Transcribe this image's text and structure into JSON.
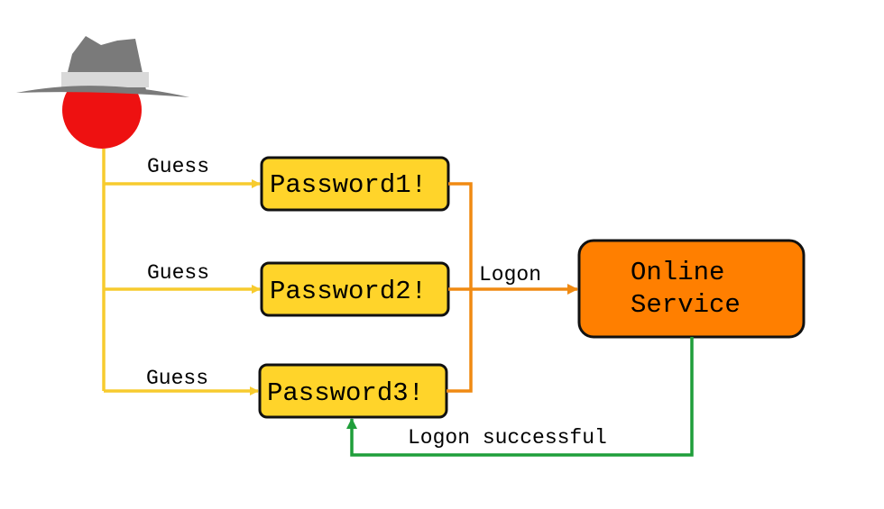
{
  "attacker": {
    "icon": "hacker-hat-icon",
    "colors": {
      "hat": "#7a7a7a",
      "band": "#d9d9d9",
      "face": "#ee1111"
    }
  },
  "guesses": [
    {
      "label": "Guess",
      "password": "Password1!"
    },
    {
      "label": "Guess",
      "password": "Password2!"
    },
    {
      "label": "Guess",
      "password": "Password3!"
    }
  ],
  "logon_label": "Logon",
  "service": {
    "line1": "Online",
    "line2": "Service"
  },
  "success_label": "Logon successful",
  "colors": {
    "guess_arrow": "#f7cb2e",
    "password_fill": "#ffd42a",
    "logon_arrow": "#f08a12",
    "service_fill": "#ff7f00",
    "success_arrow": "#1f9e3a"
  }
}
